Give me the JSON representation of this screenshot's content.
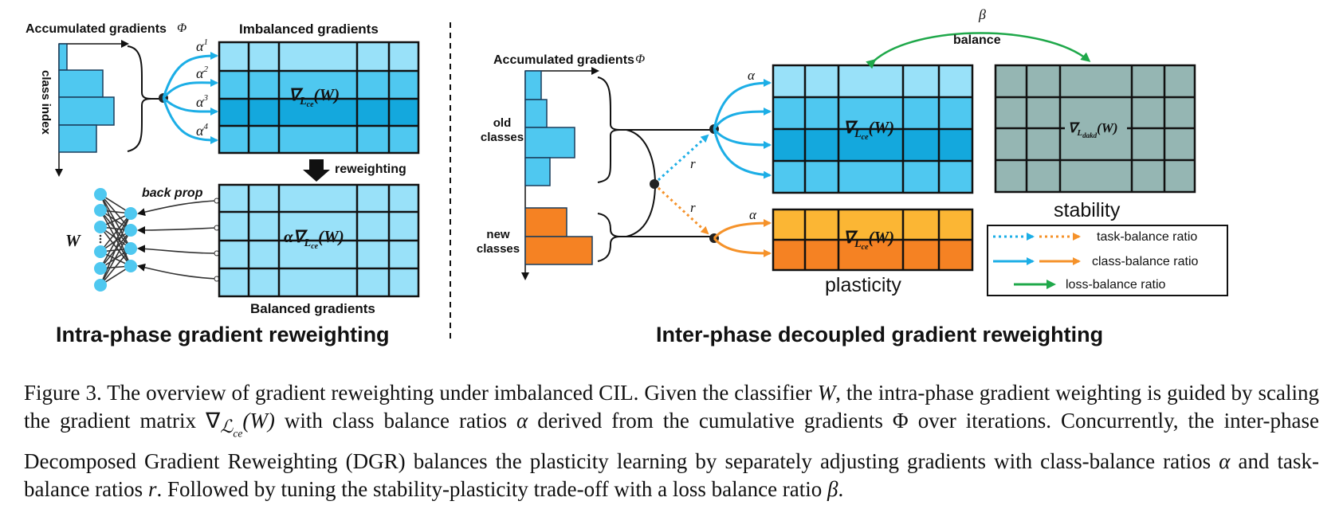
{
  "left_panel": {
    "acc_label": "Accumulated gradients",
    "phi": "Φ",
    "class_index": "class index",
    "imbalanced_title": "Imbalanced gradients",
    "alphas": [
      "α",
      "α",
      "α",
      "α"
    ],
    "alpha_sups": [
      "1",
      "2",
      "3",
      "4"
    ],
    "grad_label": "∇",
    "grad_sub": "L",
    "grad_subsub": "ce",
    "grad_arg": "(W)",
    "reweighting": "reweighting",
    "back_prop": "back prop",
    "W": "W",
    "scaled_alpha": "α∇",
    "balanced_title": "Balanced gradients",
    "section_title": "Intra-phase gradient reweighting"
  },
  "right_panel": {
    "acc_label": "Accumulated gradients",
    "phi": "Φ",
    "old_classes": [
      "old",
      "classes"
    ],
    "new_classes": [
      "new",
      "classes"
    ],
    "beta": "β",
    "balance": "balance",
    "alpha": "α",
    "r": "r",
    "grad_label": "∇",
    "grad_sub": "L",
    "grad_subsub": "ce",
    "grad_arg": "(W)",
    "kd_sub": "L",
    "kd_subsub": "dakd",
    "stability": "stability",
    "plasticity": "plasticity",
    "section_title": "Inter-phase decoupled gradient reweighting"
  },
  "legend": {
    "task_balance": "task-balance ratio",
    "class_balance": "class-balance ratio",
    "loss_balance": "loss-balance ratio"
  },
  "colors": {
    "blue_light": "#99E1F9",
    "blue_mid": "#4FC8F0",
    "blue_dark": "#14A8DD",
    "orange_light": "#FBB634",
    "orange_dark": "#F58223",
    "gray_teal": "#95B6B3",
    "arrow_blue": "#1CAEE6",
    "arrow_orange": "#F5922A",
    "arrow_green": "#1FA84A"
  },
  "caption": {
    "label": "Figure 3.",
    "text1": " The overview of gradient reweighting under imbalanced CIL. Given the classifier ",
    "W": "W",
    "text2": ", the intra-phase gradient weighting is guided by scaling the gradient matrix ",
    "nabla": "∇",
    "L": "ℒ",
    "ce": "ce",
    "argW": "(W)",
    "text3": " with class balance ratios ",
    "alpha": "α",
    "text4": " derived from the cumulative gradients Φ over iterations. Concurrently, the inter-phase Decomposed Gradient Reweighting (DGR) balances the plasticity learning by separately adjusting gradients with class-balance ratios ",
    "alpha2": "α",
    "text5": " and task-balance ratios ",
    "r": "r",
    "text6": ". Followed by tuning the stability-plasticity trade-off with a loss balance ratio ",
    "beta": "β",
    "text7": "."
  }
}
